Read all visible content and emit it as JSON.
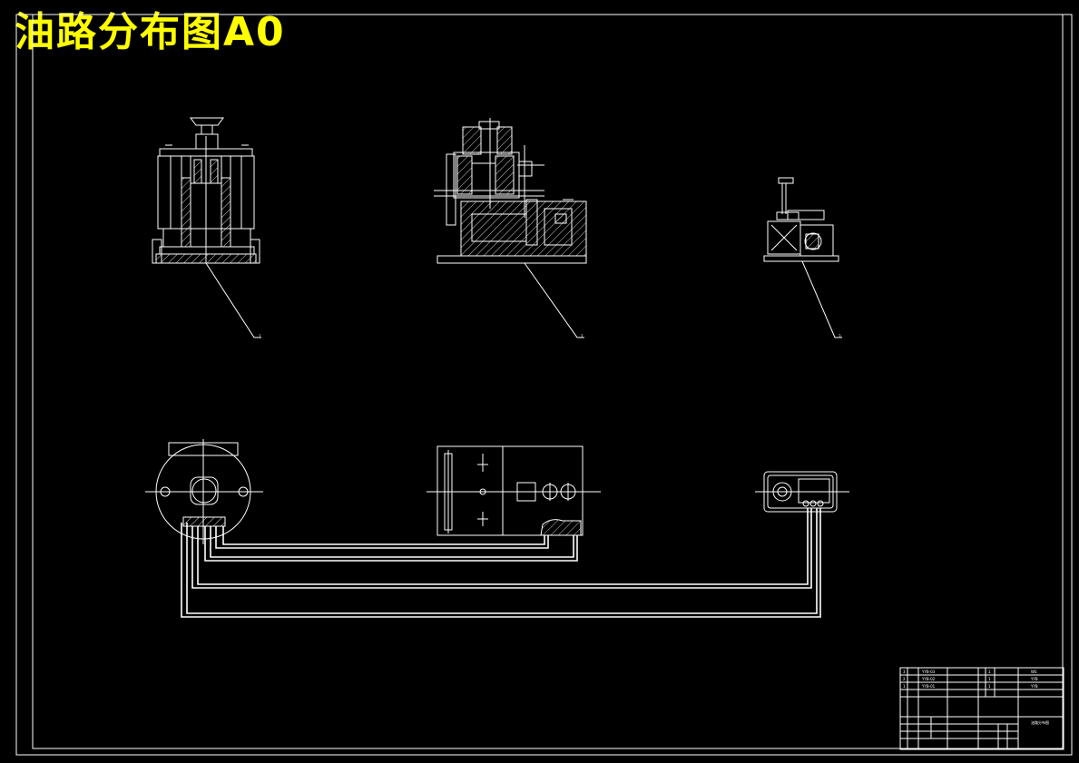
{
  "title": "油路分布图A0",
  "callouts": [
    "1",
    "2",
    "3"
  ],
  "title_block": {
    "rows": [
      [
        "3",
        "YYB-03",
        "",
        "1",
        "",
        "WS"
      ],
      [
        "2",
        "YYB-02",
        "",
        "1",
        "",
        "YYB"
      ],
      [
        "1",
        "YYB-01",
        "",
        "1",
        "",
        "YYB"
      ]
    ],
    "drawing_name": "油路分布图"
  }
}
